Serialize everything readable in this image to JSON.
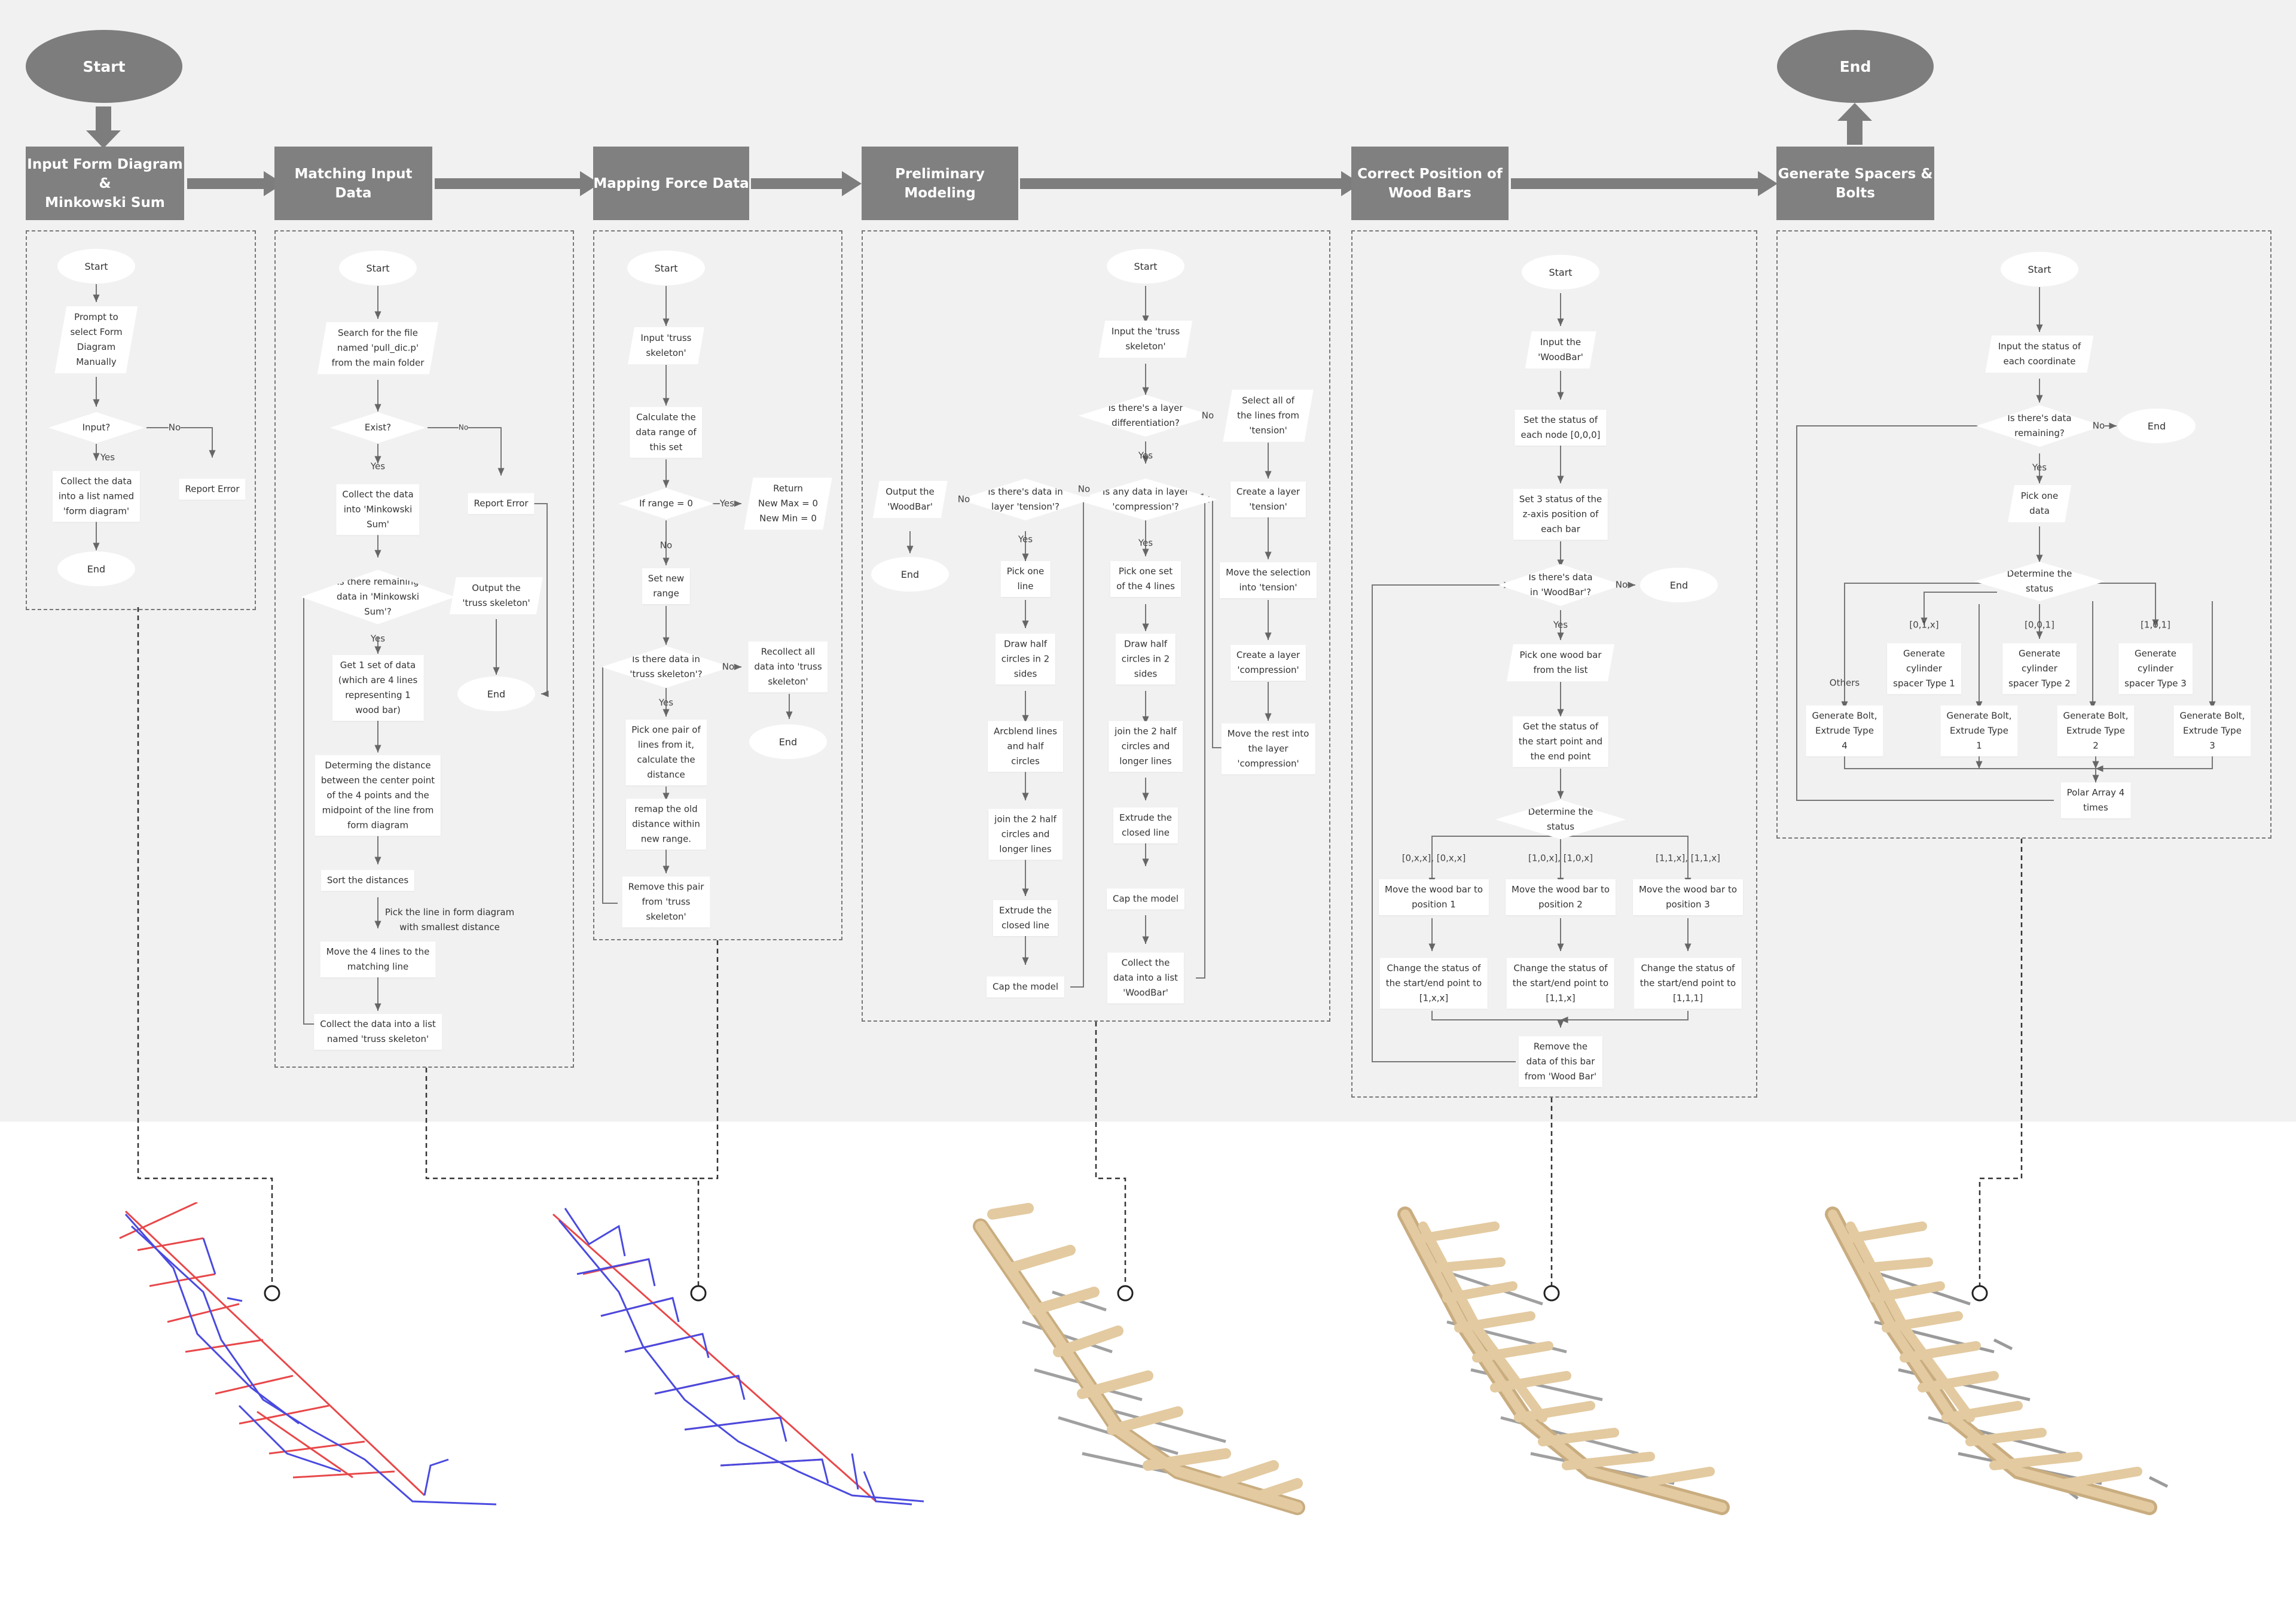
{
  "top": {
    "start": "Start",
    "end": "End"
  },
  "headers": [
    "Input Form Diagram &\nMinkowski Sum",
    "Matching Input Data",
    "Mapping Force Data",
    "Preliminary Modeling",
    "Correct Position of\nWood Bars",
    "Generate Spacers &\nBolts"
  ],
  "terms": {
    "start": "Start",
    "end": "End",
    "yes": "Yes",
    "no": "No"
  },
  "p1": {
    "prompt": "Prompt to\nselect Form\nDiagram\nManually",
    "input": "Input?",
    "collect": "Collect the data\ninto a list named\n'form diagram'",
    "error": "Report Error"
  },
  "p2": {
    "search": "Search for the file\nnamed 'pull_dic.p'\nfrom the main folder",
    "exist": "Exist?",
    "collect": "Collect the data\ninto 'Minkowski\nSum'",
    "error": "Report Error",
    "remaining": "Is there remaining\ndata in 'Minkowski\nSum'?",
    "output": "Output the\n'truss skeleton'",
    "get": "Get 1 set of data\n(which are 4 lines\nrepresenting 1\nwood bar)",
    "determ": "Determing the distance\nbetween the center point\nof the 4 points and the\nmidpoint of the line from\nform diagram",
    "sort": "Sort the distances",
    "pick": "Pick the line in form diagram\nwith smallest distance",
    "move": "Move the 4 lines to the\nmatching line",
    "collect2": "Collect the data into a list\nnamed 'truss skeleton'"
  },
  "p3": {
    "input": "Input 'truss\nskeleton'",
    "calc": "Calculate the\ndata range of\nthis set",
    "ifrange": "If range = 0",
    "ret": "Return\nNew Max = 0\nNew Min = 0",
    "setnew": "Set new\nrange",
    "isdata": "Is there data in\n'truss skeleton'?",
    "recollect": "Recollect all\ndata into 'truss\nskeleton'",
    "pickpair": "Pick one pair of\nlines from it,\ncalculate the\ndistance",
    "remap": "remap the old\ndistance within\nnew range.",
    "remove": "Remove this pair\nfrom 'truss\nskeleton'"
  },
  "p4": {
    "input": "Input the 'truss\nskeleton'",
    "layer": "Is there's a layer\ndifferentiation?",
    "selectall": "Select all of\nthe lines from\n'tension'",
    "createT": "Create a layer\n'tension'",
    "moveSel": "Move the selection\ninto 'tension'",
    "createC": "Create a layer\n'compression'",
    "moveRest": "Move the rest into\nthe layer\n'compression'",
    "anyComp": "Is any data in layer\n'compression'?",
    "tensionQ": "Is there's data in\nlayer 'tension'?",
    "output": "Output the\n'WoodBar'",
    "pickLine": "Pick one\nline",
    "pickSet": "Pick one set\nof the 4 lines",
    "drawHalf": "Draw half\ncircles in 2\nsides",
    "arcblend": "Arcblend lines\nand half\ncircles",
    "join": "join the 2 half\ncircles and\nlonger lines",
    "extrude": "Extrude the\nclosed line",
    "extrude2": "Extrude the\nclosed line",
    "cap": "Cap the model",
    "collectWB": "Collect the\ndata into a list\n'WoodBar'"
  },
  "p5": {
    "input": "Input the\n'WoodBar'",
    "setnode": "Set the status of\neach node [0,0,0]",
    "set3": "Set 3 status of the\nz-axis position of\neach bar",
    "isdata": "Is there's data\nin 'WoodBar'?",
    "pick": "Pick one wood bar\nfrom the list",
    "getst": "Get the status of\nthe start point and\nthe end point",
    "determ": "Determine the\nstatus",
    "c1": "[0,x,x], [0,x,x]",
    "c2": "[1,0,x], [1,0,x]",
    "c3": "[1,1,x], [1,1,x]",
    "m1": "Move the wood bar to\nposition 1",
    "m2": "Move the wood bar to\nposition 2",
    "m3": "Move the wood bar to\nposition 3",
    "s1": "Change the status of\nthe start/end point to\n[1,x,x]",
    "s2": "Change the status of\nthe start/end point to\n[1,1,x]",
    "s3": "Change the status of\nthe start/end point to\n[1,1,1]",
    "remove": "Remove the\ndata of this bar\nfrom 'Wood Bar'"
  },
  "p6": {
    "input": "Input the status of\neach coordinate",
    "remaining": "Is there's data\nremaining?",
    "pick": "Pick one\ndata",
    "determ": "Determine the\nstatus",
    "c1": "[0,1,x]",
    "c2": "[0,0,1]",
    "c3": "[1,0,1]",
    "others": "Others",
    "cy1": "Generate\ncylinder\nspacer Type 1",
    "cy2": "Generate\ncylinder\nspacer Type 2",
    "cy3": "Generate\ncylinder\nspacer Type 3",
    "b4": "Generate Bolt,\nExtrude Type\n4",
    "b1": "Generate Bolt,\nExtrude Type\n1",
    "b2": "Generate Bolt,\nExtrude Type\n2",
    "b3": "Generate Bolt,\nExtrude Type\n3",
    "polar": "Polar Array 4\ntimes"
  },
  "colors": {
    "header": "#808080",
    "background": "#f1f1f1",
    "tension": "#e8484a",
    "compression": "#4a4ae0",
    "wood": "#e3caa0"
  }
}
